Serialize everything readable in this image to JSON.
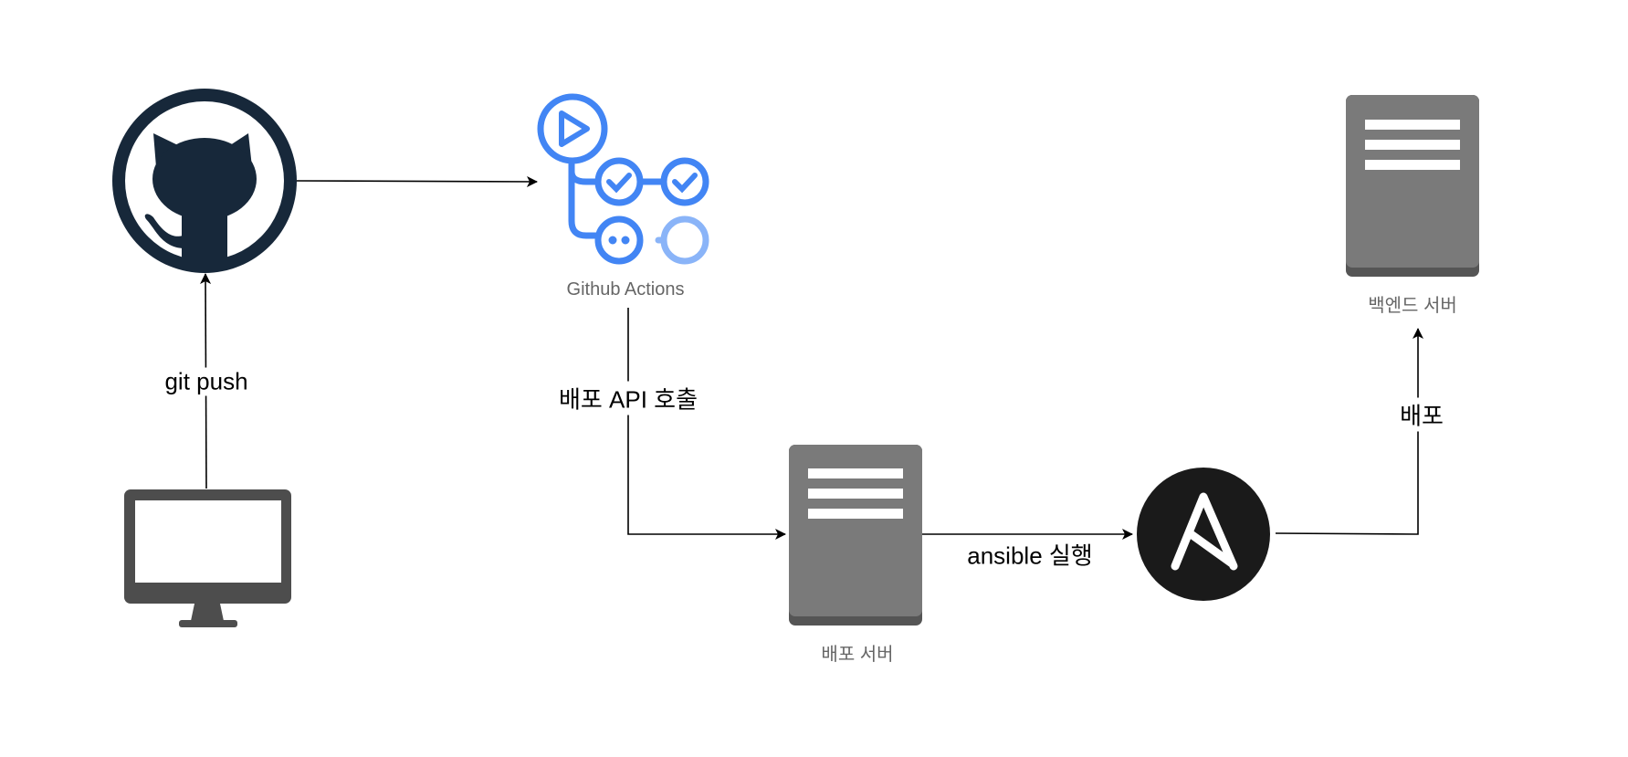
{
  "nodes": {
    "github": {
      "icon": "github-octocat-icon"
    },
    "actions": {
      "icon": "github-actions-icon",
      "label": "Github Actions"
    },
    "computer": {
      "icon": "desktop-computer-icon"
    },
    "deploy_server": {
      "icon": "server-icon",
      "label": "배포 서버"
    },
    "ansible": {
      "icon": "ansible-icon"
    },
    "backend_server": {
      "icon": "server-icon",
      "label": "백엔드 서버"
    }
  },
  "edges": {
    "push": {
      "label": "git push"
    },
    "api": {
      "label": "배포 API 호출"
    },
    "ansible_run": {
      "label": "ansible 실행"
    },
    "deploy": {
      "label": "배포"
    }
  },
  "colors": {
    "github_dark": "#17283a",
    "actions_blue": "#4285f4",
    "actions_light": "#8ab4f8",
    "server_gray": "#7a7a7a",
    "server_base": "#555555",
    "ansible_black": "#1a1a1a",
    "monitor_gray": "#4d4d4d",
    "caption_gray": "#666666"
  }
}
